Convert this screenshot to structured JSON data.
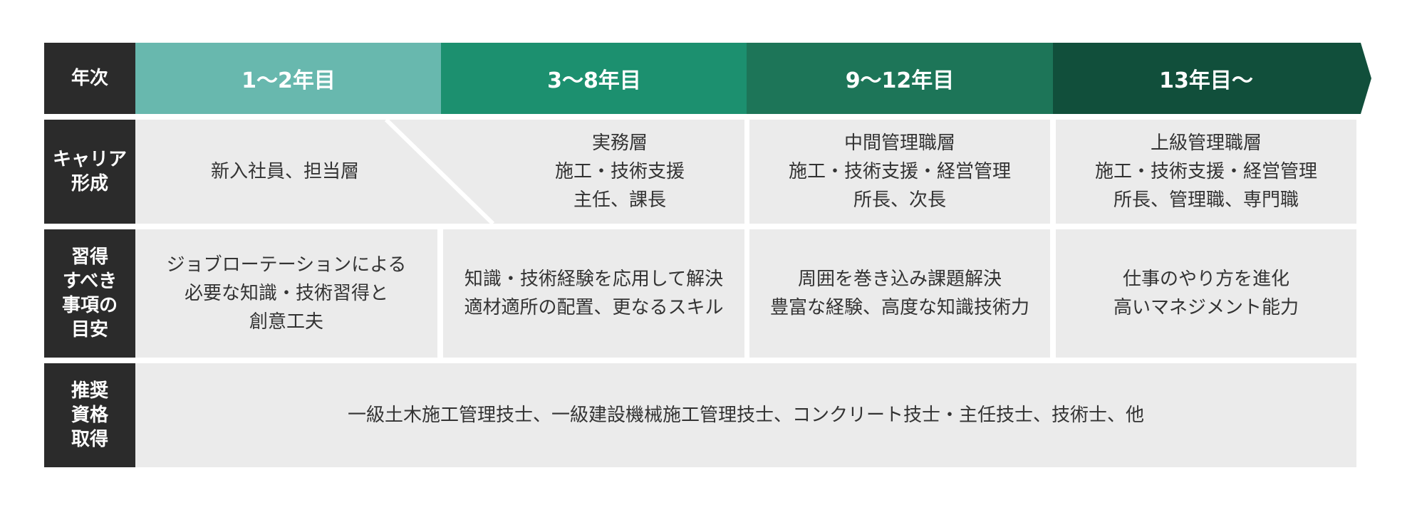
{
  "colors": {
    "label_bg": "#2b2b2b",
    "cell_bg": "#ebebeb",
    "year1_bg": "#68b8ae",
    "year2_bg": "#1c906f",
    "year3_bg": "#1d7558",
    "year4_bg": "#114f3b"
  },
  "row_labels": {
    "year": "年次",
    "career": "キャリア\n形成",
    "skills": "習得\nすべき\n事項の\n目安",
    "qualification": "推奨\n資格\n取得"
  },
  "years": [
    "1〜2年目",
    "3〜8年目",
    "9〜12年目",
    "13年目〜"
  ],
  "career": [
    "新入社員、担当層",
    "実務層\n施工・技術支援\n主任、課長",
    "中間管理職層\n施工・技術支援・経営管理\n所長、次長",
    "上級管理職層\n施工・技術支援・経営管理\n所長、管理職、専門職"
  ],
  "skills": [
    "ジョブローテーションによる\n必要な知識・技術習得と\n創意工夫",
    "知識・技術経験を応用して解決\n適材適所の配置、更なるスキル",
    "周囲を巻き込み課題解決\n豊富な経験、高度な知識技術力",
    "仕事のやり方を進化\n高いマネジメント能力"
  ],
  "qualifications": "一級土木施工管理技士、一級建設機械施工管理技士、コンクリート技士・主任技士、技術士、他"
}
